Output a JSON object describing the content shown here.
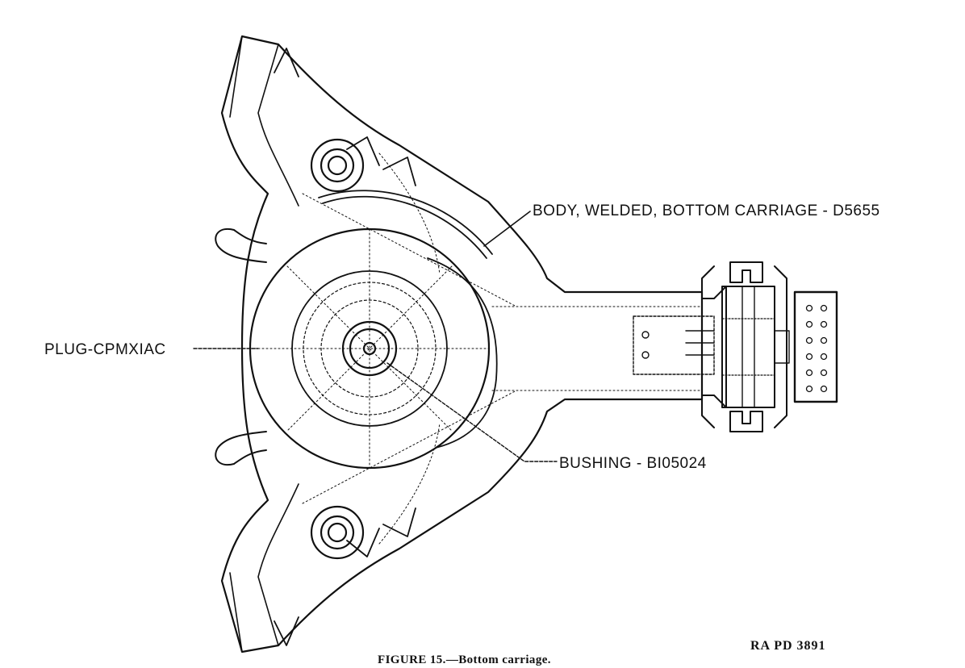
{
  "labels": {
    "body": "BODY, WELDED, BOTTOM  CARRIAGE - D5655",
    "plug": "PLUG-CPMXIAC",
    "bushing": "BUSHING - BI05024"
  },
  "caption": {
    "figure": "FIGURE 15.—Bottom carriage.",
    "code": "RA PD 3891"
  },
  "colors": {
    "ink": "#111111",
    "paper": "#ffffff"
  }
}
